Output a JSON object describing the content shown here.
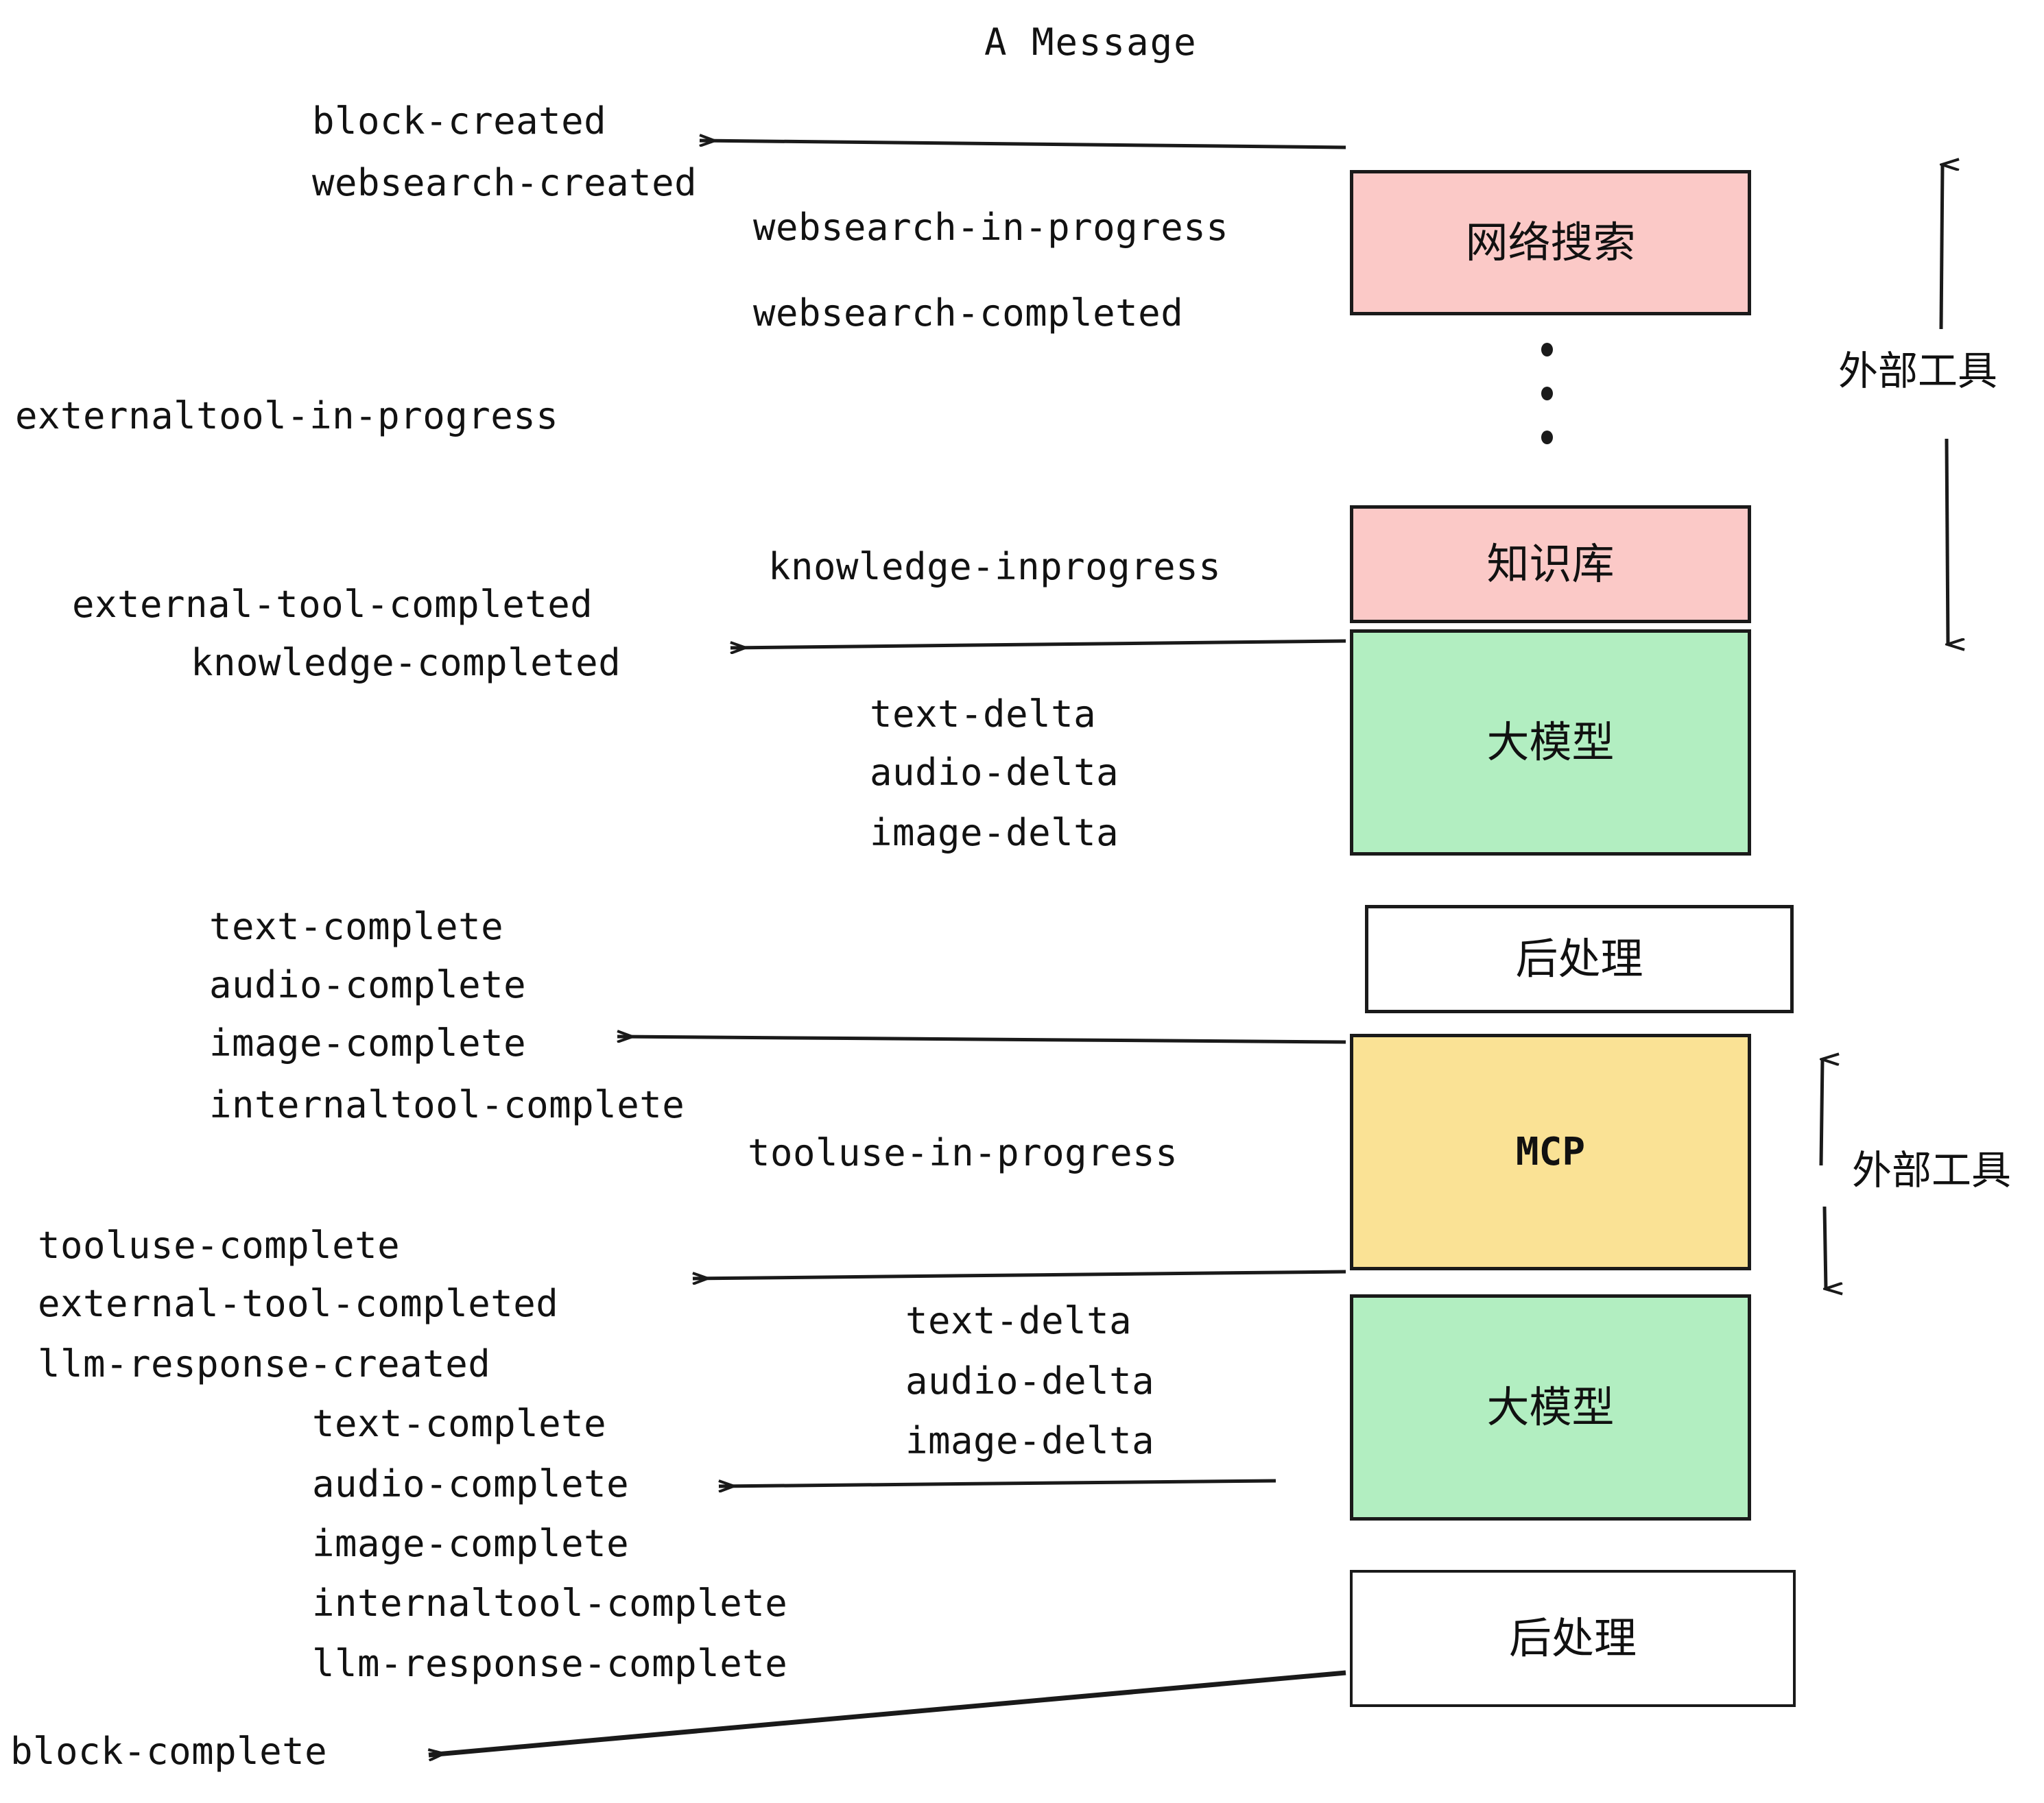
{
  "diagram": {
    "title": "A Message",
    "colors": {
      "pink": "#fbc9c7",
      "green": "#b2eec1",
      "yellow": "#fae295",
      "white": "#ffffff",
      "stroke": "#1a1a1a",
      "text": "#121212"
    },
    "nodes": [
      {
        "id": "websearch",
        "label": "网络搜索",
        "fill": "#fbc9c7"
      },
      {
        "id": "knowledge",
        "label": "知识库",
        "fill": "#fbc9c7"
      },
      {
        "id": "llm1",
        "label": "大模型",
        "fill": "#b2eec1"
      },
      {
        "id": "post1",
        "label": "后处理",
        "fill": "#ffffff"
      },
      {
        "id": "mcp",
        "label": "MCP",
        "fill": "#fae295"
      },
      {
        "id": "llm2",
        "label": "大模型",
        "fill": "#b2eec1"
      },
      {
        "id": "post2",
        "label": "后处理",
        "fill": "#ffffff"
      }
    ],
    "group_labels": [
      {
        "id": "external-tools-top",
        "label": "外部工具"
      },
      {
        "id": "external-tools-bottom",
        "label": "外部工具"
      }
    ],
    "events": {
      "block_created": "block-created",
      "websearch_created": "websearch-created",
      "websearch_in_progress": "websearch-in-progress",
      "websearch_completed": "websearch-completed",
      "externaltool_in_progress": "externaltool-in-progress",
      "knowledge_inprogress": "knowledge-inprogress",
      "external_tool_completed_1": "external-tool-completed",
      "knowledge_completed": "knowledge-completed",
      "text_delta_1": "text-delta",
      "audio_delta_1": "audio-delta",
      "image_delta_1": "image-delta",
      "text_complete_1": "text-complete",
      "audio_complete_1": "audio-complete",
      "image_complete_1": "image-complete",
      "internaltool_complete_1": "internaltool-complete",
      "tooluse_in_progress": "tooluse-in-progress",
      "tooluse_complete": "tooluse-complete",
      "external_tool_completed_2": "external-tool-completed",
      "llm_response_created": "llm-response-created",
      "text_delta_2": "text-delta",
      "audio_delta_2": "audio-delta",
      "image_delta_2": "image-delta",
      "text_complete_2": "text-complete",
      "audio_complete_2": "audio-complete",
      "image_complete_2": "image-complete",
      "internaltool_complete_2": "internaltool-complete",
      "llm_response_complete": "llm-response-complete",
      "block_complete": "block-complete"
    }
  }
}
